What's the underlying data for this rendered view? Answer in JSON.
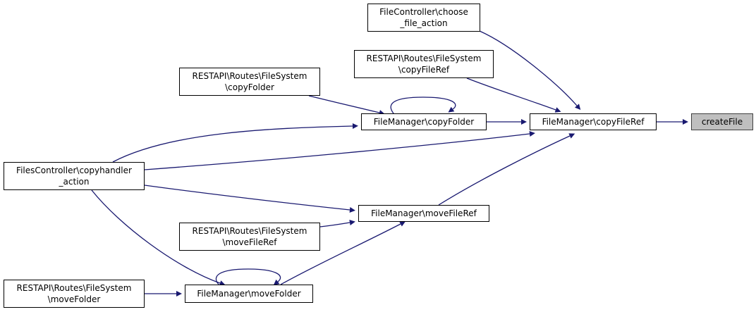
{
  "diagram": {
    "edge_color": "#191970",
    "focus_fill": "#bfbfbf",
    "nodes": {
      "createFile": {
        "lines": [
          "createFile"
        ],
        "focus": true
      },
      "copyFileRef": {
        "lines": [
          "FileManager\\copyFileRef"
        ]
      },
      "choose_file_action": {
        "lines": [
          "FileController\\choose",
          "_file_action"
        ]
      },
      "rest_copyFileRef": {
        "lines": [
          "RESTAPI\\Routes\\FileSystem",
          "\\copyFileRef"
        ]
      },
      "copyFolder": {
        "lines": [
          "FileManager\\copyFolder"
        ]
      },
      "rest_copyFolder": {
        "lines": [
          "RESTAPI\\Routes\\FileSystem",
          "\\copyFolder"
        ]
      },
      "copyhandler_action": {
        "lines": [
          "FilesController\\copyhandler",
          "_action"
        ]
      },
      "moveFileRef": {
        "lines": [
          "FileManager\\moveFileRef"
        ]
      },
      "rest_moveFileRef": {
        "lines": [
          "RESTAPI\\Routes\\FileSystem",
          "\\moveFileRef"
        ]
      },
      "moveFolder": {
        "lines": [
          "FileManager\\moveFolder"
        ]
      },
      "rest_moveFolder": {
        "lines": [
          "RESTAPI\\Routes\\FileSystem",
          "\\moveFolder"
        ]
      }
    },
    "edges": [
      {
        "from": "copyFileRef",
        "to": "createFile"
      },
      {
        "from": "choose_file_action",
        "to": "copyFileRef"
      },
      {
        "from": "rest_copyFileRef",
        "to": "copyFileRef"
      },
      {
        "from": "copyFolder",
        "to": "copyFileRef"
      },
      {
        "from": "copyhandler_action",
        "to": "copyFileRef"
      },
      {
        "from": "moveFileRef",
        "to": "copyFileRef"
      },
      {
        "from": "rest_copyFolder",
        "to": "copyFolder"
      },
      {
        "from": "copyFolder",
        "to": "copyFolder"
      },
      {
        "from": "copyhandler_action",
        "to": "copyFolder"
      },
      {
        "from": "copyhandler_action",
        "to": "moveFileRef"
      },
      {
        "from": "rest_moveFileRef",
        "to": "moveFileRef"
      },
      {
        "from": "moveFolder",
        "to": "moveFileRef"
      },
      {
        "from": "copyhandler_action",
        "to": "moveFolder"
      },
      {
        "from": "moveFolder",
        "to": "moveFolder"
      },
      {
        "from": "rest_moveFolder",
        "to": "moveFolder"
      }
    ]
  }
}
